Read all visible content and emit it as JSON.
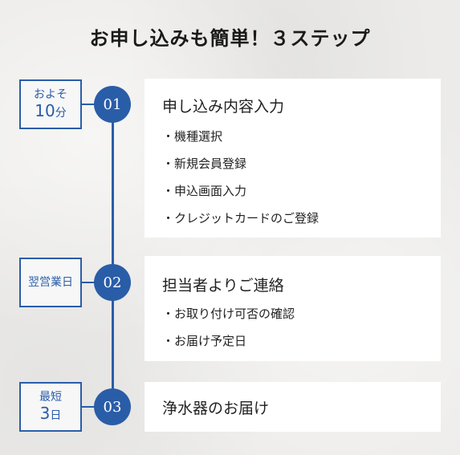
{
  "title": "お申し込みも簡単！３ステップ",
  "steps": [
    {
      "badge_top": "およそ",
      "badge_num": "10",
      "badge_unit": "分",
      "number": "01",
      "title": "申し込み内容入力",
      "items": [
        "・機種選択",
        "・新規会員登録",
        "・申込画面入力",
        "・クレジットカードのご登録"
      ]
    },
    {
      "badge_text": "翌営業日",
      "number": "02",
      "title": "担当者よりご連絡",
      "items": [
        "・お取り付け可否の確認",
        "・お届け予定日"
      ]
    },
    {
      "badge_top": "最短",
      "badge_num": "3",
      "badge_unit": "日",
      "number": "03",
      "title": "浄水器のお届け",
      "items": []
    }
  ],
  "colors": {
    "accent": "#2a5da8",
    "card": "#ffffff",
    "background": "#ecebe9"
  }
}
